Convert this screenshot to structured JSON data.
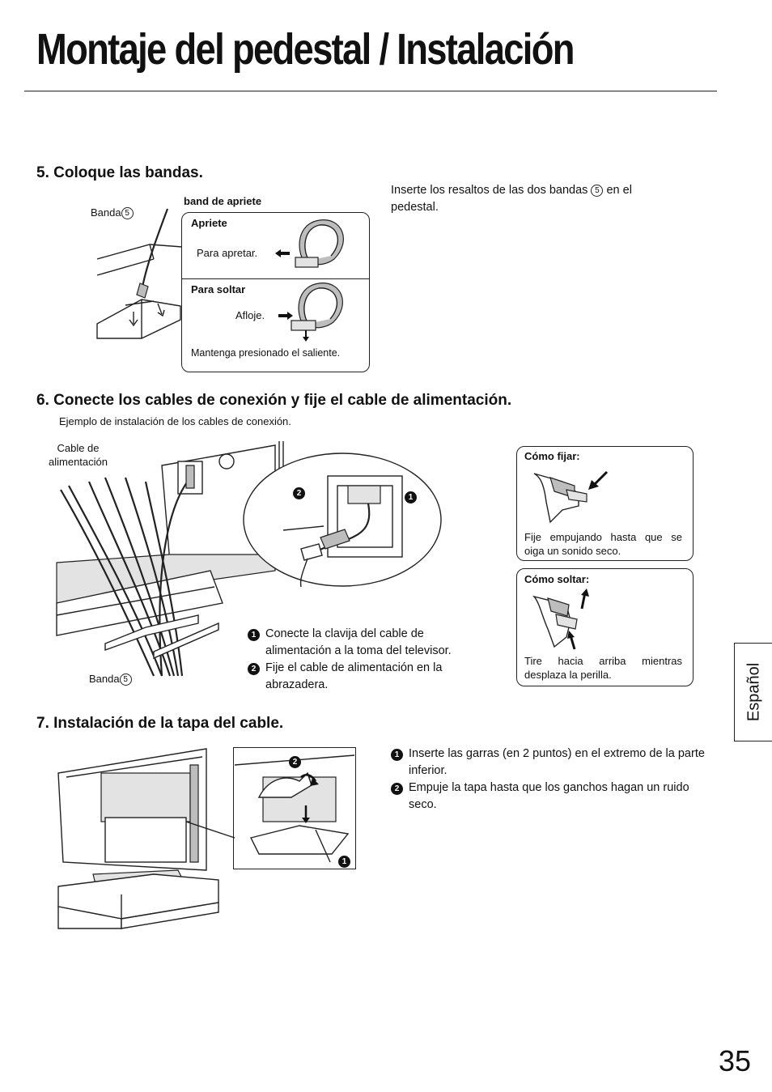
{
  "title": "Montaje del pedestal / Instalación",
  "step5": {
    "heading": "5. Coloque las bandas.",
    "band_label": "Banda",
    "band_number": "5",
    "band_de_apriete": "band de apriete",
    "apriete": "Apriete",
    "para_apretar": "Para apretar.",
    "para_soltar": "Para soltar",
    "afloje": "Afloje.",
    "mantenga": "Mantenga presionado el saliente.",
    "instruction_pre": "Inserte los resaltos de las dos bandas",
    "instruction_num": "5",
    "instruction_post": "en el pedestal."
  },
  "step6": {
    "heading": "6. Conecte los cables de conexión y fije el cable de alimentación.",
    "subtitle": "Ejemplo de instalación de los cables de conexión.",
    "cable_label": "Cable de alimentación",
    "band_label": "Banda",
    "band_number": "5",
    "steps": [
      {
        "num": "1",
        "text": "Conecte la clavija del cable de alimentación a la toma del televisor."
      },
      {
        "num": "2",
        "text": "Fije el cable de alimentación en la abrazadera."
      }
    ],
    "como_fijar": {
      "title": "Cómo fijar:",
      "text": "Fije empujando hasta que se oiga un sonido seco."
    },
    "como_soltar": {
      "title": "Cómo soltar:",
      "text": "Tire hacia arriba mientras desplaza la perilla."
    }
  },
  "step7": {
    "heading": "7. Instalación de la tapa del cable.",
    "steps": [
      {
        "num": "1",
        "text": "Inserte las garras (en 2 puntos) en el extremo de la parte inferior."
      },
      {
        "num": "2",
        "text": "Empuje la tapa hasta que los ganchos hagan un ruido seco."
      }
    ]
  },
  "side_tab": "Español",
  "page_number": "35",
  "icons": [
    "arrow-left-icon",
    "arrow-right-icon",
    "arrow-up-icon",
    "arrow-down-icon"
  ]
}
